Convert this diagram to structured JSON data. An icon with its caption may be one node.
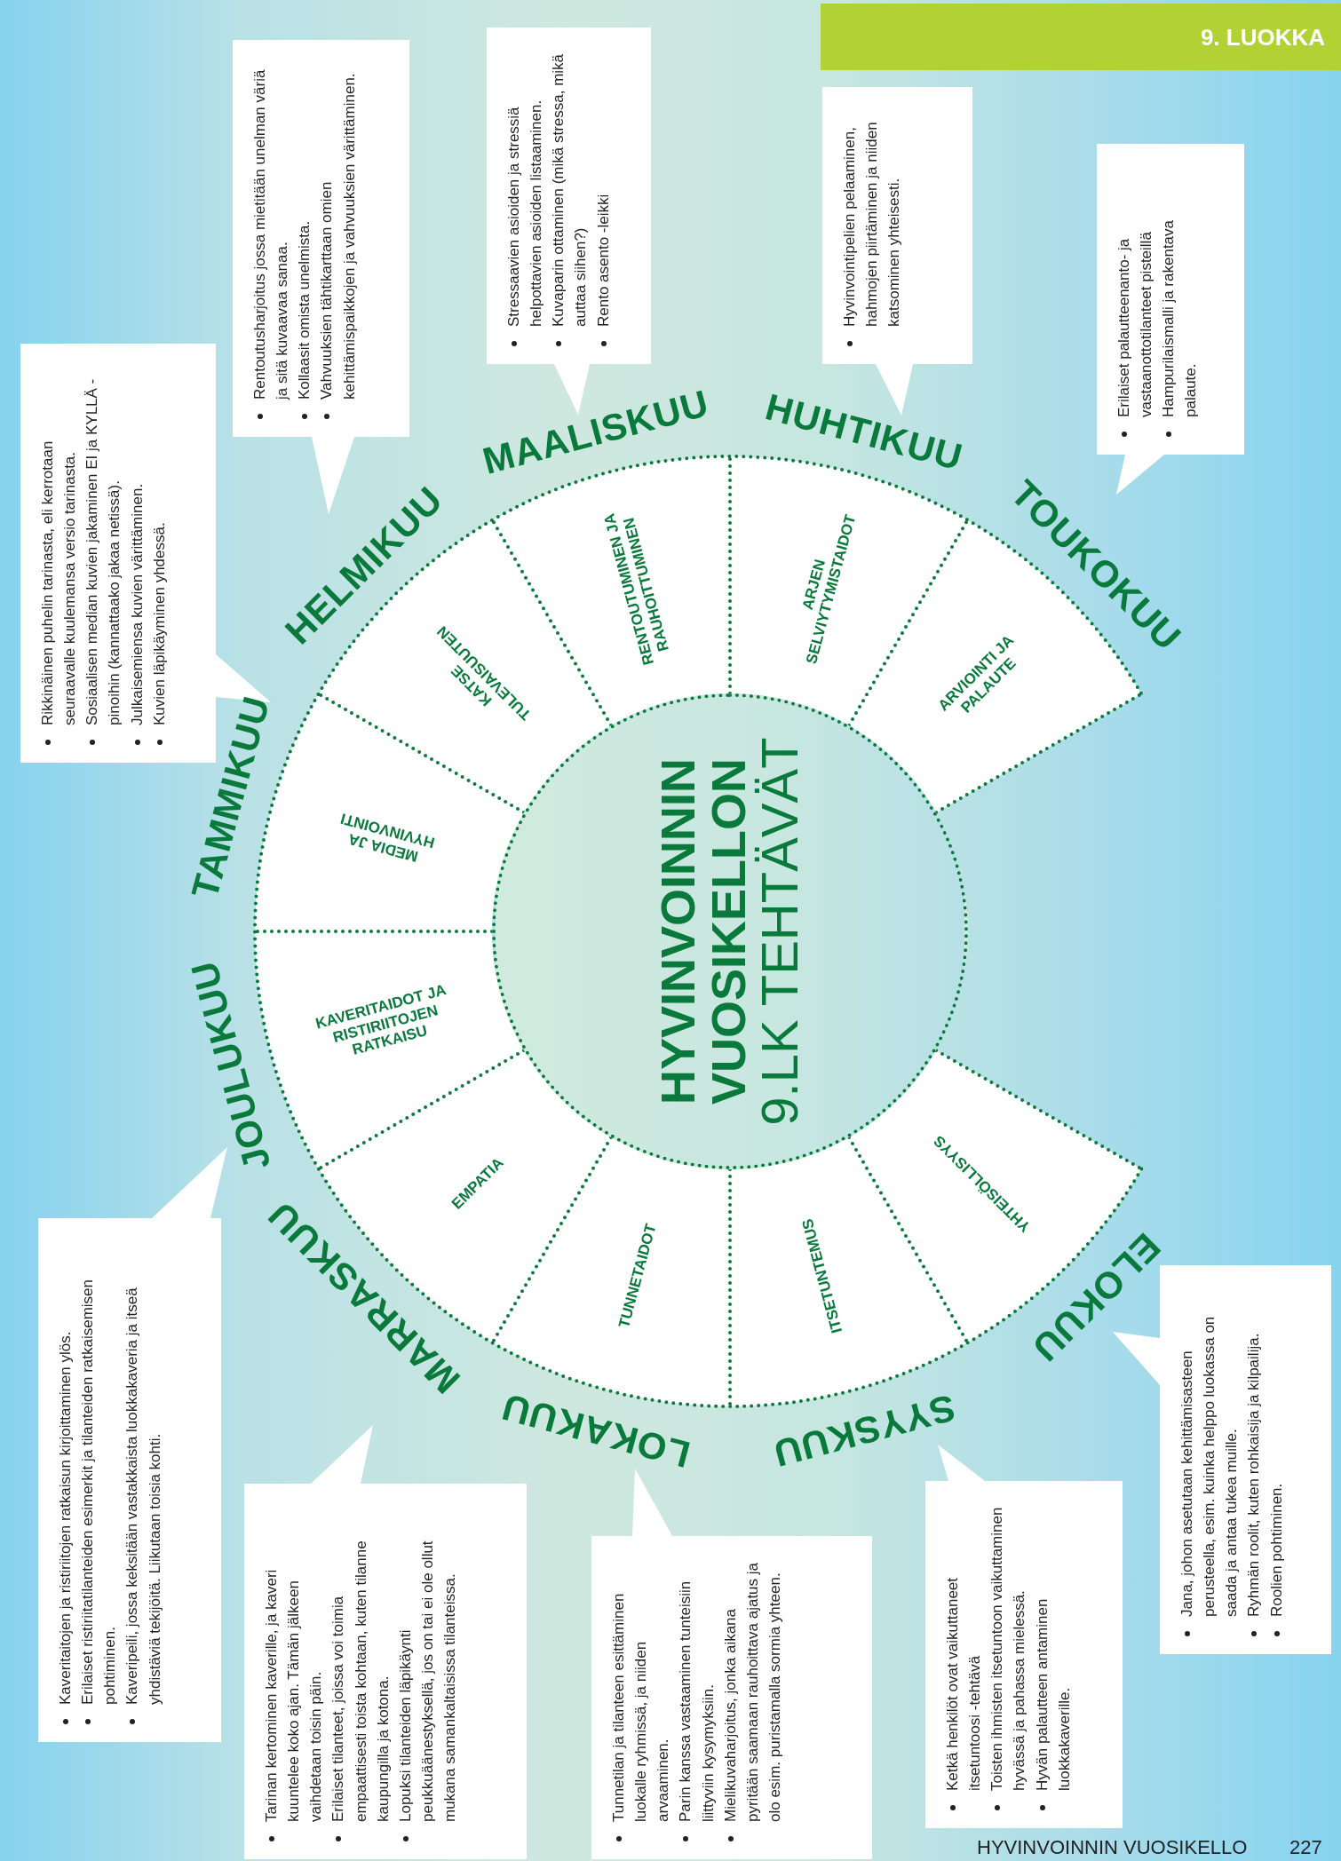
{
  "diagram": {
    "nodes": [
      {
        "text": [
          "HYVINVOINNIN VUOSIKELLON",
          "9.LK TEHTÄVÄT"
        ]
      },
      {
        "text": [
          "YHTEISÖLLISYYS"
        ],
        "beside": [
          "ELOKUU"
        ]
      },
      {
        "text": [
          "ITSETUNTEMUS"
        ],
        "beside": [
          "SYYSKUU"
        ]
      },
      {
        "text": [
          "TUNNETAIDOT"
        ],
        "beside": [
          "LOKAKUU"
        ]
      },
      {
        "text": [
          "EMPATIA"
        ],
        "beside": [
          "MARRASKUU"
        ]
      },
      {
        "text": [
          "KAVERITAIDOT JA RISTIRIITOJEN RATKAISU"
        ],
        "beside": [
          "JOULUKUU"
        ]
      },
      {
        "text": [
          "MEDIA JA HYVINVOINTI"
        ],
        "beside": [
          "TAMMIKUU"
        ]
      },
      {
        "text": [
          "KATSE TULEVAISUUTEN"
        ],
        "beside": [
          "HELMIKUU"
        ]
      },
      {
        "text": [
          "RENTOUTUMINEN JA RAUHOITTUMINEN"
        ],
        "beside": [
          "MAALISKUU"
        ]
      },
      {
        "text": [
          "ARJEN SELVIYTYMISTAIDOT"
        ],
        "beside": [
          "HUHTIKUU"
        ]
      },
      {
        "text": [
          "ARVIOINTI JA PALAUTE"
        ],
        "beside": [
          "TOUKOKUU"
        ]
      },
      {
        "text": [
          "Jana, johon asetutaan kehittämisasteen perusteella, esim. kuinka helppo luokassa on saada ja antaa tukea muille.",
          "Ryhmän roolit, kuten rohkaisija ja kilpailija.",
          "Roolien pohtiminen."
        ]
      },
      {
        "text": [
          "Ketkä henkilöt ovat vaikuttaneet itsetuntoosi -tehtävä",
          "Toisten ihmisten itsetuntoon vaikuttaminen hyvässä ja pahassa mielessä.",
          "Hyvän palautteen antaminen luokkakaverille."
        ]
      },
      {
        "text": [
          "Tunnetilan ja tilanteen esittäminen luokalle ryhmissä, ja niiden arvaaminen.",
          "Parin kanssa vastaaminen tunteisiin liittyviin kysymyksiin.",
          "Mielikuvaharjoitus, jonka aikana pyritään saamaan rauhoittava ajatus ja olo esim. puristamalla sormia yhteen."
        ]
      },
      {
        "text": [
          "Tarinan kertominen kaverille, ja kaveri kuuntelee koko ajan. Tämän jälkeen vaihdetaan toisin päin.",
          "Erilaiset tilanteet, joissa voi toimia empaattisesti toista kohtaan, kuten tilanne kaupungilla ja kotona.",
          "Lopuksi tilanteiden läpikäynti peukkuäänestyksellä, jos on tai ei ole ollut mukana samankaltaisissa tilanteissa."
        ]
      },
      {
        "text": [
          "Kaveritaitojen ja ristiriitojen ratkaisun kirjoittaminen ylös.",
          "Erilaiset ristiriitatilanteiden esimerkit ja tilanteiden ratkaisemisen pohtiminen.",
          "Kaveripeili, jossa keksitään vastakkaista luokkakaveria ja itseä yhdistäviä tekijöitä. Liikutaan toisia kohti."
        ]
      },
      {
        "text": [
          "Rikkinäinen puhelin tarinasta, eli kerrotaan seuraavalle kuulemansa versio tarinasta.",
          "Sosiaalisen median kuvien jakaminen EI ja KYLLÄ -pinoihin (kannattaako jakaa netissä).",
          "Julkaisemiensa kuvien värittäminen.",
          "Kuvien läpikäyminen yhdessä."
        ]
      },
      {
        "text": [
          "Rentoutusharjoitus jossa mietitään unelman väriä ja sitä kuvaavaa sanaa.",
          "Kollaasit omista unelmista.",
          "Vahvuuksien tähtikarttaan omien kehittämispaikkojen ja vahvuuksien värittäminen."
        ]
      },
      {
        "text": [
          "Stressaavien asioiden ja stressiä helpottavien asioiden listaaminen.",
          "Kuvaparin ottaminen (mikä stressa, mikä auttaa siihen?)",
          "Rento asento -leikki"
        ]
      },
      {
        "text": [
          "Hyvinvointipelien pelaaminen, hahmojen piirtäminen ja niiden katsominen yhteisesti."
        ]
      },
      {
        "text": [
          "Erilaiset palautteenanto- ja vastaanottotilanteet pisteillä",
          "Hampurilaismalli ja rakentava palaute."
        ]
      }
    ],
    "labels": [
      "9. LUOKKA",
      "HYVINVOINNIN VUOSIKELLO",
      "227"
    ]
  }
}
